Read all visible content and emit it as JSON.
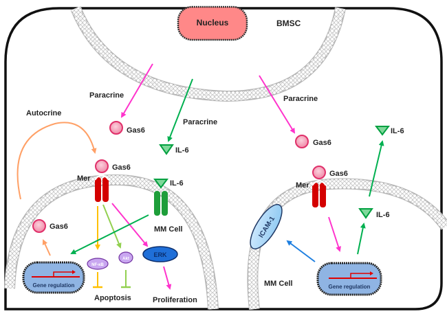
{
  "title": "Gas6/Mer and IL-6 signaling between BMSC and MM cells",
  "colors": {
    "paracrine_gas6": "#ff33cc",
    "paracrine_il6": "#00b050",
    "autocrine": "#ffa066",
    "nfkb_path": "#ffc000",
    "akt_path": "#92d050",
    "erk_path": "#ff33cc",
    "icam_path": "#1e7fe0",
    "mer_receptor": "#d40000",
    "il6_receptor": "#1e9e3a",
    "nucleus": "#ff8080",
    "gene_box": "#8fb4e3",
    "gas6_ball": "#f7a1b8"
  },
  "bmsc": {
    "label": "BMSC",
    "nucleus_label": "Nucleus"
  },
  "left_cell": {
    "label": "MM Cell",
    "autocrine_label": "Autocrine",
    "paracrine_gas6_label": "Paracrine",
    "paracrine_il6_label": "Paracrine",
    "secreted_gas6_label": "Gas6",
    "secreted_il6_label": "IL-6",
    "bound_gas6_label": "Gas6",
    "receptor_label": "Mer",
    "bound_il6_label": "IL-6",
    "internal_gas6_label": "Gas6",
    "gene_label": "Gene regulation",
    "nfkb_label": "NF-κB",
    "akt_label": "Akt",
    "erk_label": "ERK",
    "apoptosis_label": "Apoptosis",
    "proliferation_label": "Proliferation"
  },
  "right_cell": {
    "label": "MM Cell",
    "paracrine_label": "Paracrine",
    "secreted_gas6_label": "Gas6",
    "bound_gas6_label": "Gas6",
    "receptor_label": "Mer",
    "icam_label": "ICAM-1",
    "il6_inner_label": "IL-6",
    "il6_outer_label": "IL-6",
    "gene_label": "Gene regulation"
  }
}
